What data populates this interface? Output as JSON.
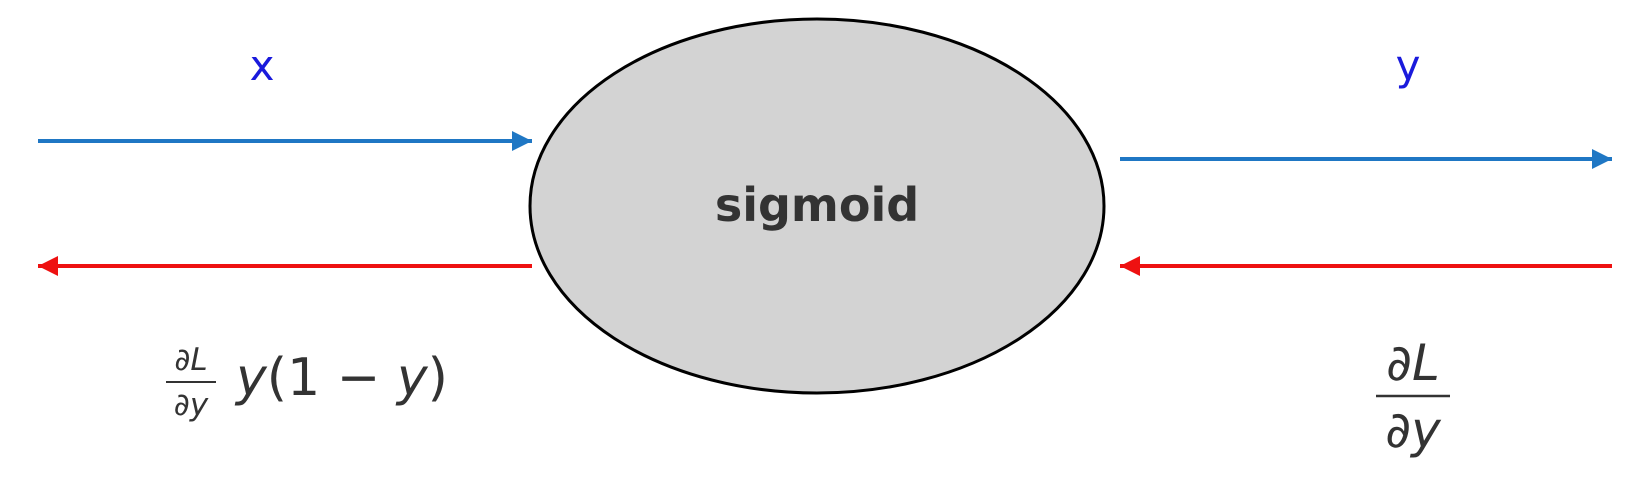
{
  "node": {
    "label": "sigmoid",
    "fill_color": "#d3d3d3",
    "stroke_color": "#000000",
    "label_color": "#333333"
  },
  "forward": {
    "input_label": "x",
    "output_label": "y",
    "arrow_color": "#1f77c4",
    "label_color": "#1a1adc"
  },
  "backward": {
    "arrow_color": "#ee1111",
    "input_gradient": {
      "frac_num": "∂L",
      "frac_den": "∂y",
      "factor_y1": "y",
      "factor_paren_open": "(",
      "factor_one": "1",
      "factor_minus": " − ",
      "factor_y2": "y",
      "factor_paren_close": ")"
    },
    "output_gradient": {
      "frac_num": "∂L",
      "frac_den": "∂y"
    }
  }
}
